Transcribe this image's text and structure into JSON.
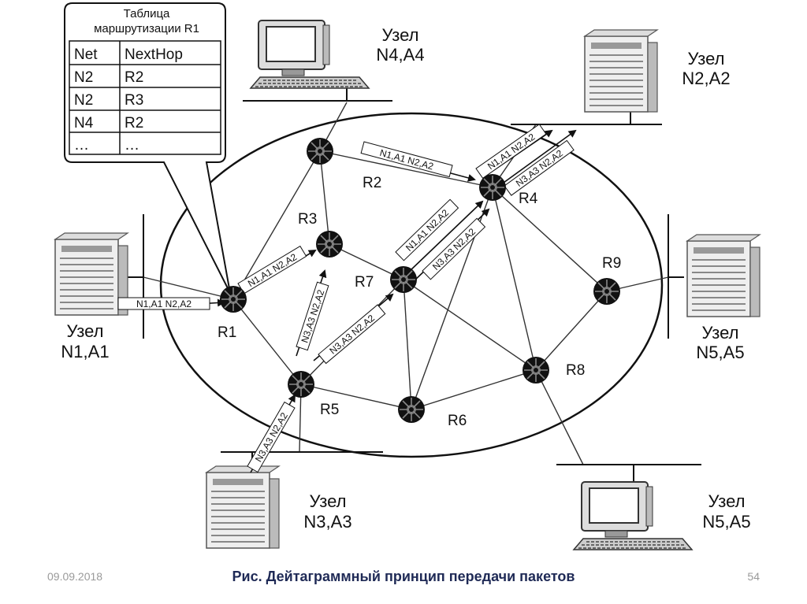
{
  "routing_table": {
    "title_line1": "Таблица",
    "title_line2": "маршрутизации R1",
    "headers": [
      "Net",
      "NextHop"
    ],
    "rows": [
      [
        "N2",
        "R2"
      ],
      [
        "N2",
        "R3"
      ],
      [
        "N4",
        "R2"
      ],
      [
        "…",
        "…"
      ]
    ]
  },
  "routers": {
    "R1": "R1",
    "R2": "R2",
    "R3": "R3",
    "R4": "R4",
    "R5": "R5",
    "R6": "R6",
    "R7": "R7",
    "R8": "R8",
    "R9": "R9"
  },
  "nodes": {
    "n1": {
      "line1": "Узел",
      "line2": "N1,A1"
    },
    "n2": {
      "line1": "Узел",
      "line2": "N2,A2"
    },
    "n3": {
      "line1": "Узел",
      "line2": "N3,A3"
    },
    "n4": {
      "line1": "Узел",
      "line2": "N4,A4"
    },
    "n5a": {
      "line1": "Узел",
      "line2": "N5,A5"
    },
    "n5b": {
      "line1": "Узел",
      "line2": "N5,A5"
    }
  },
  "packets": {
    "n1_r1": "N1,A1 N2,A2",
    "r1_r3": "N1,A1 N2,A2",
    "r2_r4": "N1,A1 N2,A2",
    "r7_r4": "N1,A1 N2,A2",
    "r4_n2": "N1,A1 N2,A2",
    "n3_r5": "N3,A3 N2,A2",
    "r5_r3": "N3,A3 N2,A2",
    "r5_r7": "N3,A3 N2,A2",
    "r7_r4_b": "N3,A3 N2,A2",
    "r4_n2_b": "N3,A3 N2,A2"
  },
  "footer": {
    "date": "09.09.2018",
    "caption": "Рис. Дейтаграммный принцип передачи пакетов",
    "page": "54"
  }
}
